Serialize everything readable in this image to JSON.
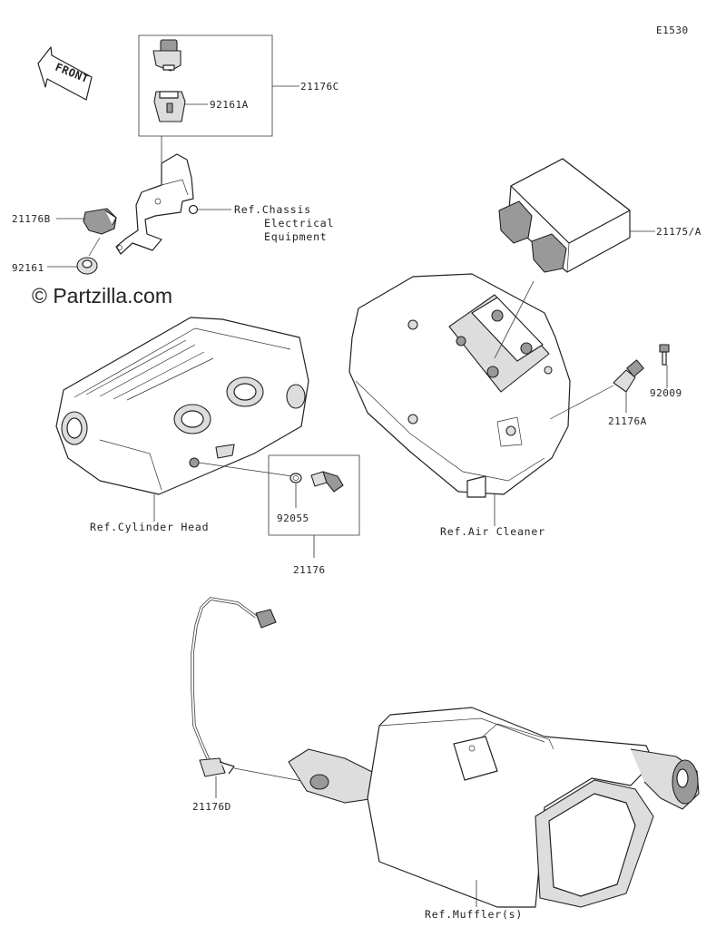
{
  "diagram_id": "E1530",
  "watermark": "© Partzilla.com",
  "front_label": "FRONT",
  "callouts": {
    "p21176C": "21176C",
    "p92161A": "92161A",
    "ref_chassis_1": "Ref.Chassis",
    "ref_chassis_2": "Electrical",
    "ref_chassis_3": "Equipment",
    "p21176B": "21176B",
    "p92161": "92161",
    "p21175A": "21175/A",
    "p92009": "92009",
    "p21176A": "21176A",
    "ref_cylinder_head": "Ref.Cylinder Head",
    "p92055": "92055",
    "ref_air_cleaner": "Ref.Air Cleaner",
    "p21176": "21176",
    "p21176D": "21176D",
    "ref_muffler": "Ref.Muffler(s)"
  }
}
